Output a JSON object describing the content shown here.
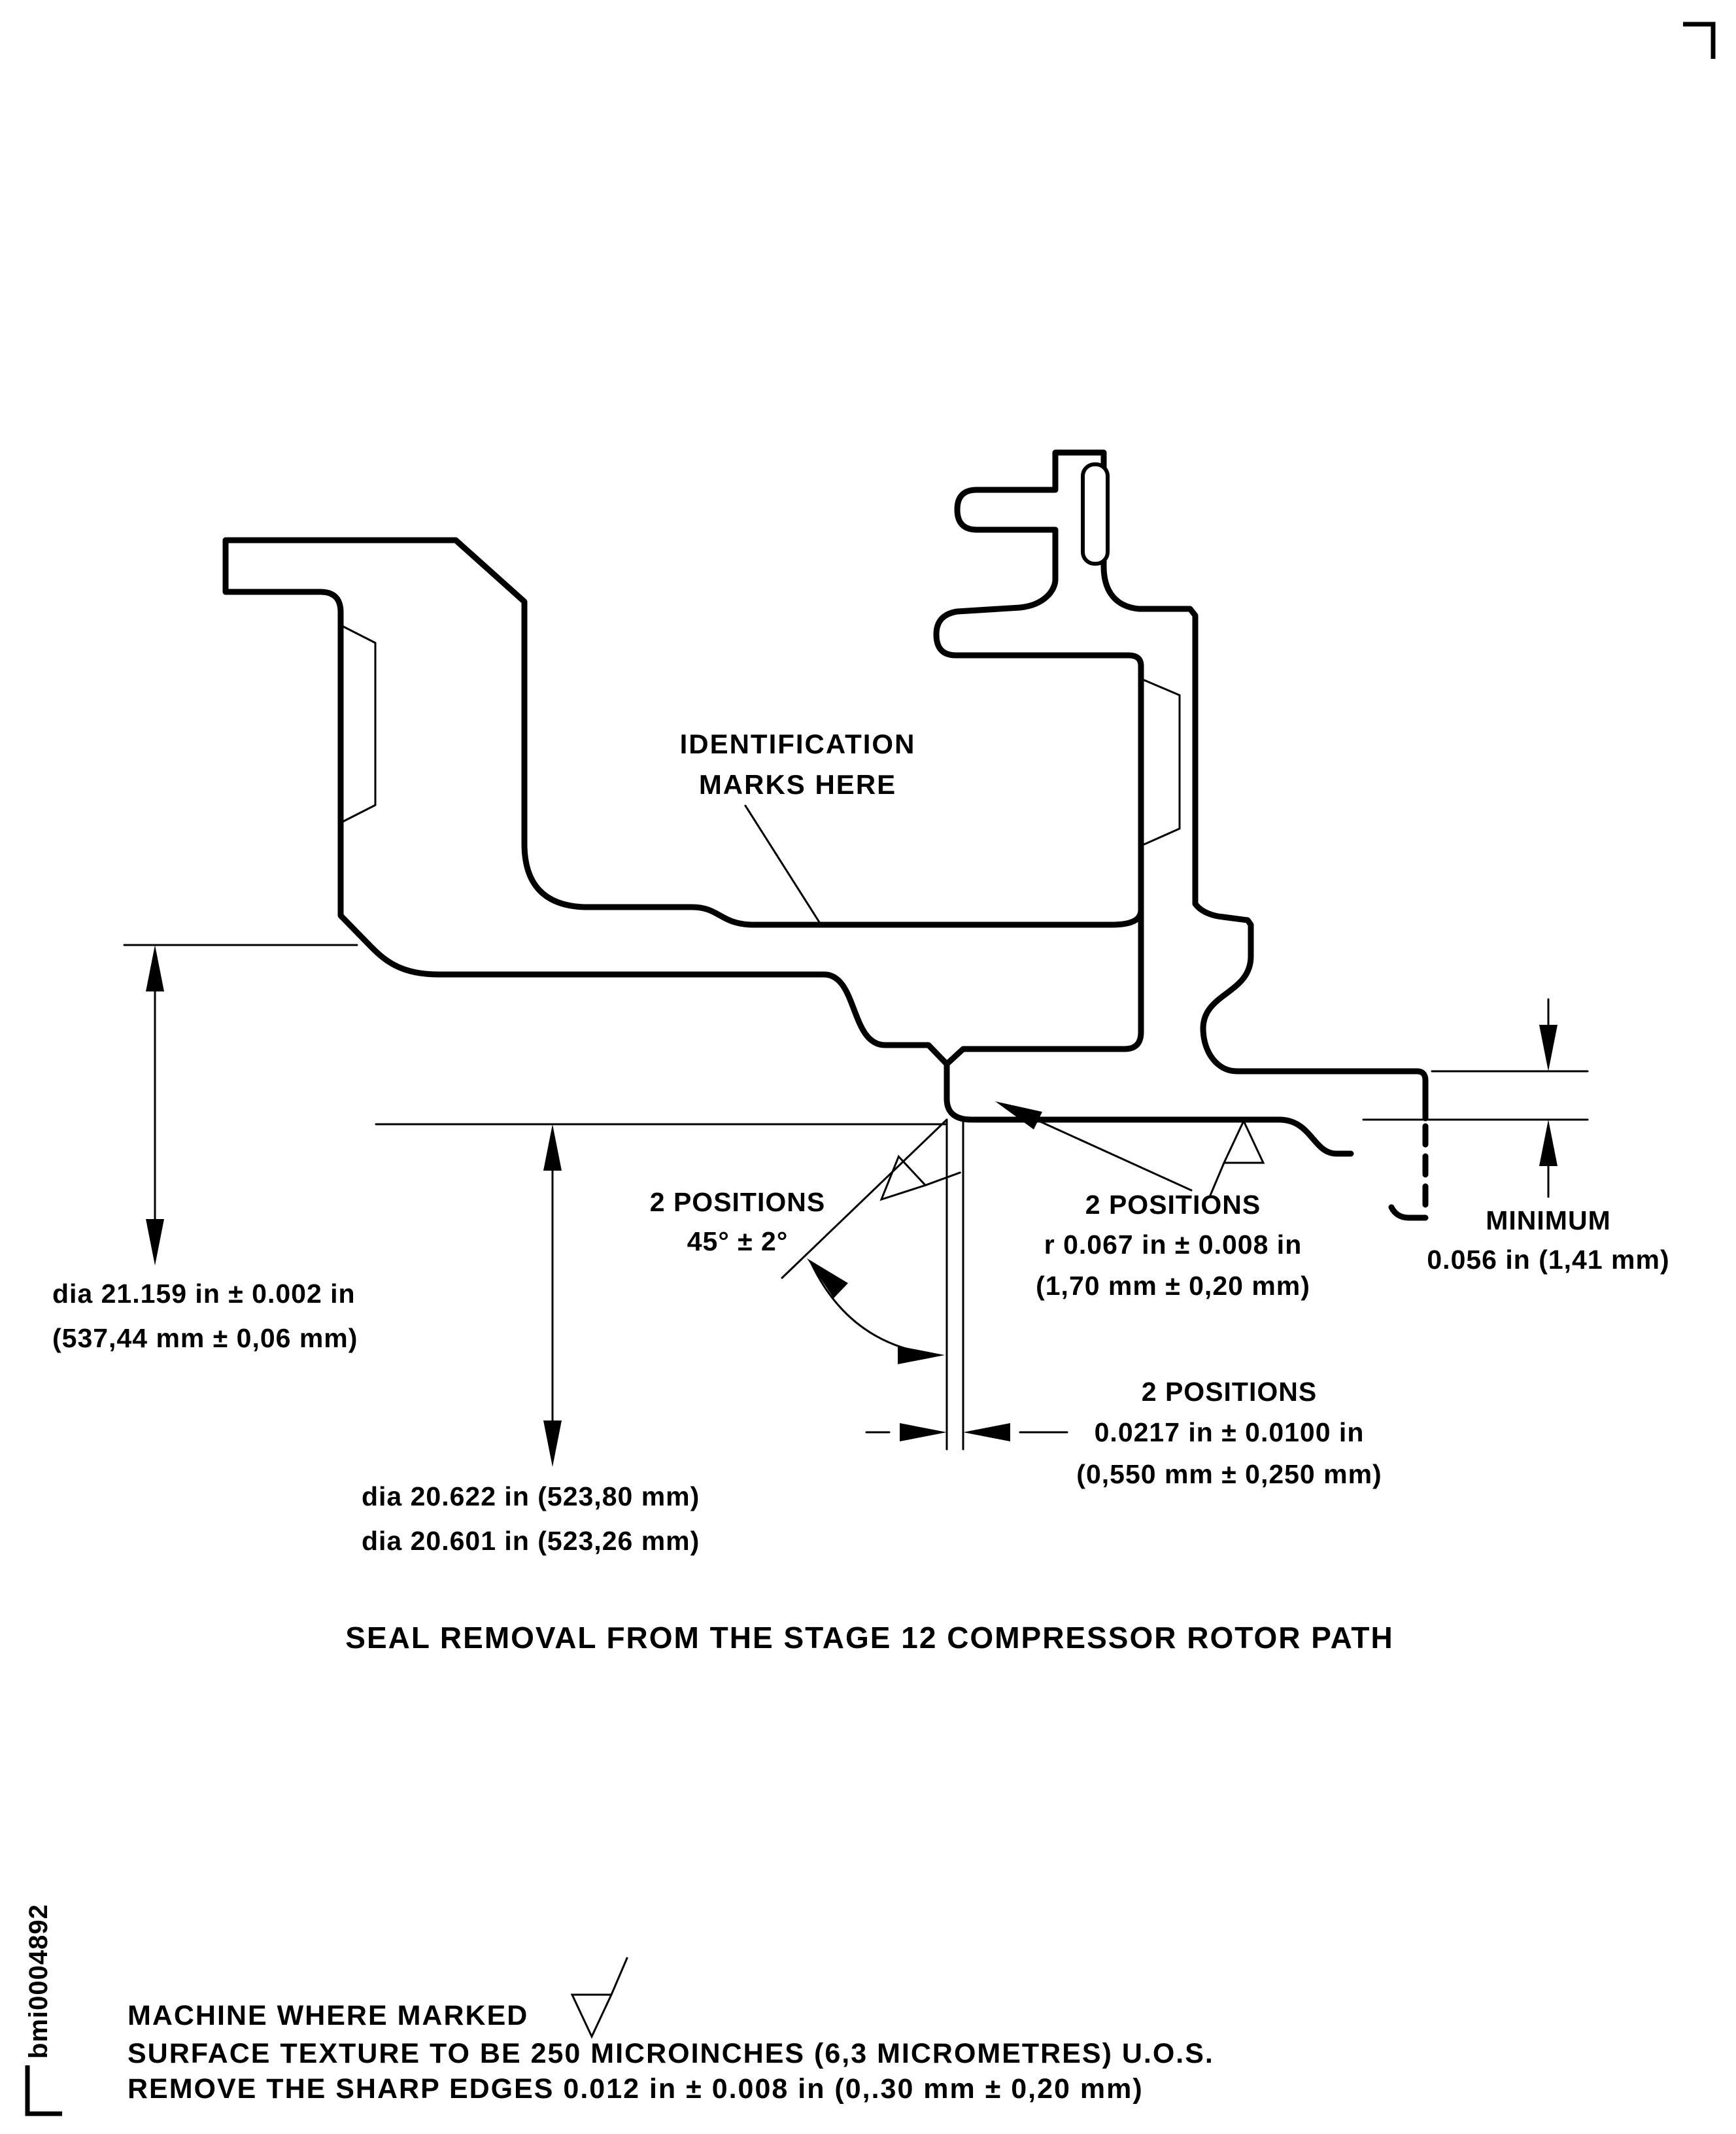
{
  "page": {
    "background": "#ffffff",
    "line_color": "#000000"
  },
  "drawing": {
    "caption": "SEAL REMOVAL FROM THE STAGE 12 COMPRESSOR ROTOR PATH",
    "figure_code": "bmi0004892",
    "labels": {
      "identification": {
        "line1": "IDENTIFICATION",
        "line2": "MARKS HERE"
      },
      "chamfer": {
        "line1": "2 POSITIONS",
        "line2": "45° ± 2°"
      },
      "radius": {
        "line1": "2 POSITIONS",
        "line2": "r 0.067 in ± 0.008 in",
        "line3": "(1,70 mm ± 0,20 mm)"
      },
      "minimum": {
        "line1": "MINIMUM",
        "line2": "0.056 in (1,41 mm)"
      },
      "dia_rim": {
        "line1": "dia 21.159 in ± 0.002 in",
        "line2": "(537,44 mm ± 0,06 mm)"
      },
      "step": {
        "line1": "2 POSITIONS",
        "line2": "0.0217 in ± 0.0100 in",
        "line3": "(0,550 mm ± 0,250 mm)"
      },
      "dia_path": {
        "line1": "dia 20.622 in (523,80 mm)",
        "line2": "dia 20.601 in (523,26 mm)"
      }
    },
    "notes": {
      "line1": "MACHINE WHERE MARKED",
      "line2": "SURFACE TEXTURE TO BE 250 MICROINCHES (6,3 MICROMETRES) U.O.S.",
      "line3": "REMOVE THE SHARP EDGES 0.012 in ± 0.008 in (0,.30 mm ± 0,20 mm)"
    }
  }
}
